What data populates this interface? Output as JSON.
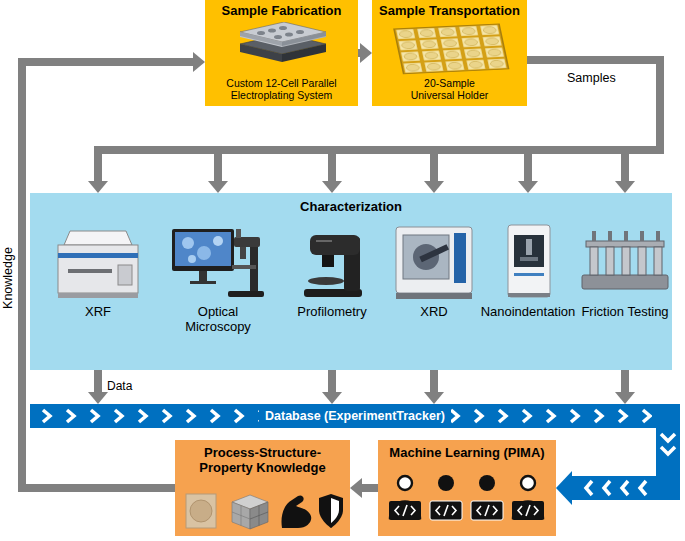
{
  "diagram": {
    "nodes": [
      {
        "text": [
          "Sample Fabrication",
          "Custom 12-Cell Parallel Electroplating System"
        ]
      },
      {
        "text": [
          "Sample Transportation",
          "20-Sample Universal Holder"
        ]
      },
      {
        "text": [
          "Characterization"
        ]
      },
      {
        "text": [
          "XRF"
        ],
        "in": 2
      },
      {
        "text": [
          "Optical Microscopy"
        ],
        "in": 2
      },
      {
        "text": [
          "Profilometry"
        ],
        "in": 2
      },
      {
        "text": [
          "XRD"
        ],
        "in": 2
      },
      {
        "text": [
          "Nanoindentation"
        ],
        "in": 2
      },
      {
        "text": [
          "Friction Testing"
        ],
        "in": 2
      },
      {
        "text": [
          "Database (ExperimentTracker)"
        ]
      },
      {
        "text": [
          "Machine Learning (PIMA)"
        ]
      },
      {
        "text": [
          "Process-Structure-Property Knowledge"
        ]
      }
    ],
    "edges": [
      {
        "from": 0,
        "to": 1,
        "arrow": "to"
      },
      {
        "from": 1,
        "to": 3,
        "label": "Samples",
        "arrow": "to"
      },
      {
        "from": 1,
        "to": 4,
        "arrow": "to"
      },
      {
        "from": 1,
        "to": 5,
        "arrow": "to"
      },
      {
        "from": 1,
        "to": 6,
        "arrow": "to"
      },
      {
        "from": 1,
        "to": 7,
        "arrow": "to"
      },
      {
        "from": 1,
        "to": 8,
        "arrow": "to"
      },
      {
        "from": 3,
        "to": 9,
        "label": "Data",
        "arrow": "to"
      },
      {
        "from": 5,
        "to": 9,
        "arrow": "to"
      },
      {
        "from": 6,
        "to": 9,
        "arrow": "to"
      },
      {
        "from": 8,
        "to": 9,
        "arrow": "to"
      },
      {
        "from": 9,
        "to": 10,
        "arrow": "to"
      },
      {
        "from": 10,
        "to": 11,
        "arrow": "to"
      },
      {
        "from": 11,
        "to": 0,
        "label": "Knowledge",
        "arrow": "to"
      }
    ]
  }
}
